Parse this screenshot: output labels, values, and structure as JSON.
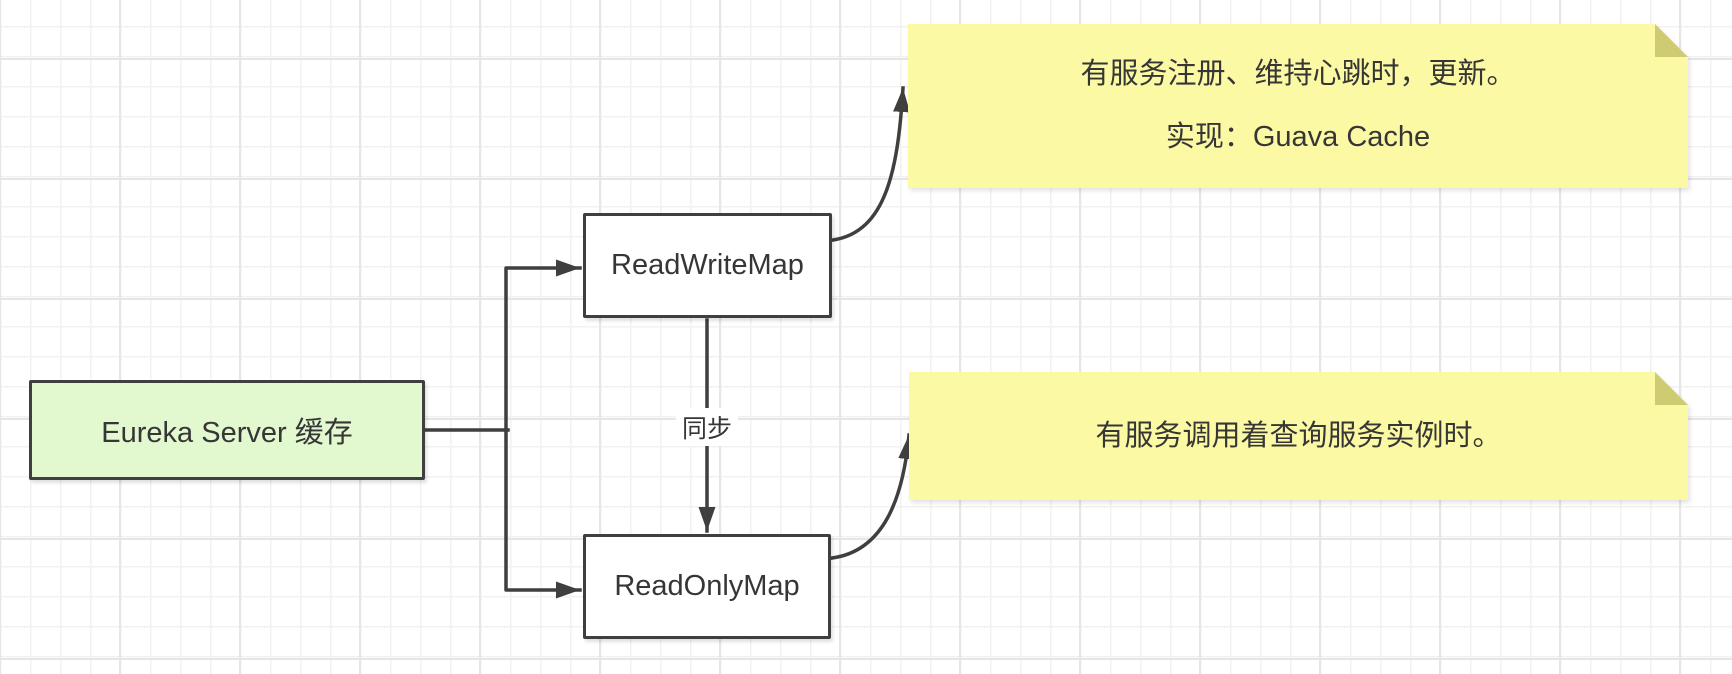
{
  "diagram": {
    "nodes": {
      "eureka": {
        "label": "Eureka Server 缓存"
      },
      "read_write_map": {
        "label": "ReadWriteMap"
      },
      "read_only_map": {
        "label": "ReadOnlyMap"
      }
    },
    "edges": {
      "sync": {
        "label": "同步"
      }
    },
    "notes": {
      "top": {
        "lines": [
          "有服务注册、维持心跳时，更新。",
          "实现：Guava Cache"
        ]
      },
      "bottom": {
        "lines": [
          "有服务调用着查询服务实例时。"
        ]
      }
    }
  },
  "colors": {
    "node_fill_green": "#E2F8CF",
    "node_fill_white": "#FFFFFF",
    "note_fill": "#FBF9A3",
    "note_fold": "#CECB73",
    "stroke": "#3F3F3F",
    "text": "#363636",
    "grid_minor": "#F2F2F2",
    "grid_major": "#E6E6E6",
    "canvas_bg": "#FFFFFF"
  }
}
